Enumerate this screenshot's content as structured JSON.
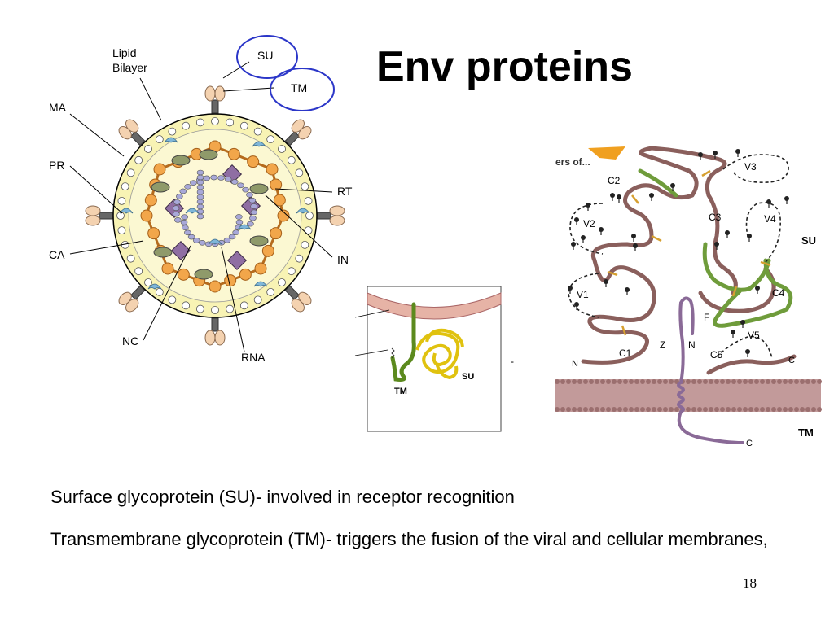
{
  "slide": {
    "title": "Env proteins",
    "bullets": [
      "Surface glycoprotein (SU)- involved in receptor recognition",
      "Transmembrane glycoprotein (TM)- triggers the fusion of the viral and cellular membranes,"
    ],
    "page_number": "18"
  },
  "virion_diagram": {
    "labels": {
      "lipid_bilayer_1": "Lipid",
      "lipid_bilayer_2": "Bilayer",
      "su": "SU",
      "tm": "TM",
      "ma": "MA",
      "pr": "PR",
      "ca": "CA",
      "nc": "NC",
      "rna": "RNA",
      "rt": "RT",
      "in": "IN"
    }
  },
  "env_inset": {
    "labels": {
      "su": "SU",
      "tm": "TM"
    },
    "dash": "-"
  },
  "env_structure": {
    "header_fragment": "ers of...",
    "loops": [
      "V1",
      "V2",
      "V3",
      "V4",
      "V5",
      "C1",
      "C2",
      "C3",
      "C4",
      "C5"
    ],
    "markers": {
      "f": "F",
      "z": "Z",
      "n": "N",
      "c": "C"
    },
    "side_labels": {
      "su": "SU",
      "tm": "TM"
    }
  },
  "colors": {
    "envelope_fill": "#f8f3b4",
    "capsid_orange": "#f2a64a",
    "su_circle": "#2b36c8",
    "protein_brown": "#8a5f5c",
    "protein_green": "#6f9c3b",
    "protein_purple": "#8a6a97",
    "membrane": "#b88f8f",
    "inset_membrane": "#e6b3a6",
    "inset_su": "#f2dc1a",
    "inset_tm": "#5c8a1e"
  }
}
